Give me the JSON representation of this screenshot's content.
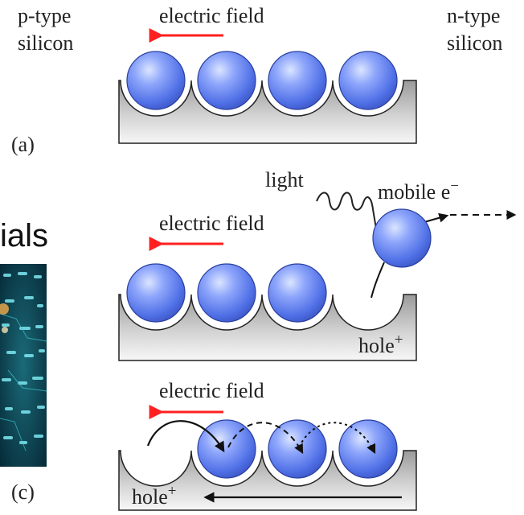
{
  "top_left_label": {
    "line1": "p-type",
    "line2": "silicon"
  },
  "top_right_label": {
    "line1": "n-type",
    "line2": "silicon"
  },
  "panel_a": {
    "field_label": "electric field",
    "panel_label": "(a)",
    "ball_count": 4
  },
  "panel_b": {
    "field_label": "electric field",
    "light_label": "light",
    "electron_label": "mobile e",
    "electron_sup": "−",
    "hole_label": "hole",
    "hole_sup": "+",
    "ball_count": 3
  },
  "panel_c": {
    "field_label": "electric field",
    "hole_label": "hole",
    "hole_sup": "+",
    "panel_label": "(c)",
    "ball_count": 3
  },
  "side_fragment": {
    "text": "ials"
  },
  "colors": {
    "field_arrow": "#ff2020",
    "ball": "#5e7cf0",
    "ball_highlight": "#c8d8ff",
    "substrate_top": "#9c9c9c",
    "substrate_bottom": "#f4f4f4",
    "photo_base": "#0a3c4e",
    "photo_glow": "#6fe6f0"
  }
}
